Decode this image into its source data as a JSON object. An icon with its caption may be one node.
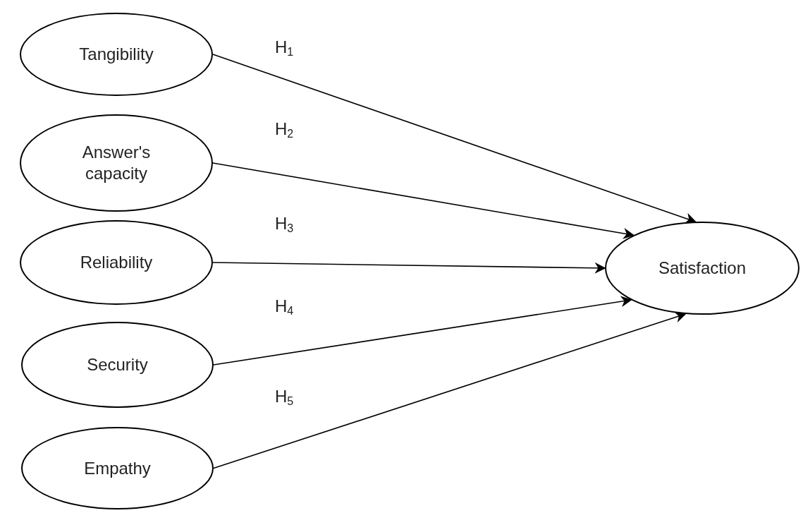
{
  "diagram": {
    "nodes": [
      {
        "text": [
          "Tangibility"
        ]
      },
      {
        "text": [
          "Answer's capacity"
        ]
      },
      {
        "text": [
          "Reliability"
        ]
      },
      {
        "text": [
          "Security"
        ]
      },
      {
        "text": [
          "Empathy"
        ]
      },
      {
        "text": [
          "Satisfaction"
        ]
      }
    ],
    "edges": [
      {
        "from": 0,
        "to": 5,
        "arrow": "to",
        "label": "H$_{1}$"
      },
      {
        "from": 1,
        "to": 5,
        "arrow": "to",
        "label": "H$_{2}$"
      },
      {
        "from": 2,
        "to": 5,
        "arrow": "to",
        "label": "H$_{3}$"
      },
      {
        "from": 3,
        "to": 5,
        "arrow": "to",
        "label": "H$_{4}$"
      },
      {
        "from": 4,
        "to": 5,
        "arrow": "to",
        "label": "H$_{5}$"
      }
    ]
  }
}
